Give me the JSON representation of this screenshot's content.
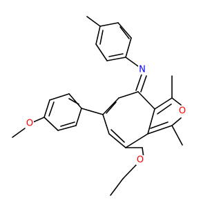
{
  "molecule": {
    "atoms": {
      "N": {
        "label": "N",
        "color": "#0000ff"
      },
      "O_furan": {
        "label": "O",
        "color": "#ff0000"
      },
      "O_methoxy": {
        "label": "O",
        "color": "#ff0000"
      },
      "O_ethoxy": {
        "label": "O",
        "color": "#ff0000"
      }
    }
  }
}
